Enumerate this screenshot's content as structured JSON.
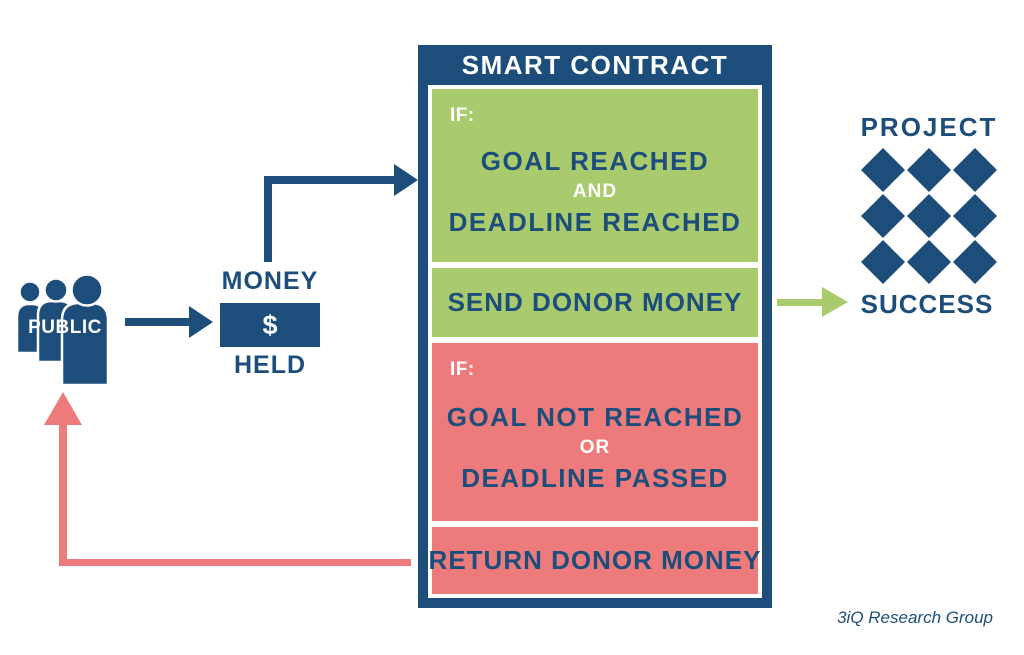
{
  "colors": {
    "navy": "#1d4e7b",
    "green": "#a9cb6d",
    "pink": "#ee7b7b",
    "white": "#ffffff"
  },
  "public": {
    "label": "PUBLIC"
  },
  "money": {
    "top": "MONEY",
    "symbol": "$",
    "bottom": "HELD"
  },
  "contract": {
    "title": "SMART CONTRACT",
    "success_condition": {
      "prefix": "IF:",
      "line1": "GOAL REACHED",
      "operator": "AND",
      "line2": "DEADLINE REACHED"
    },
    "success_action": "SEND DONOR MONEY",
    "fail_condition": {
      "prefix": "IF:",
      "line1": "GOAL NOT REACHED",
      "operator": "OR",
      "line2": "DEADLINE PASSED"
    },
    "fail_action": "RETURN DONOR MONEY"
  },
  "project": {
    "title": "PROJECT",
    "result": "SUCCESS"
  },
  "credit": "3iQ Research Group"
}
